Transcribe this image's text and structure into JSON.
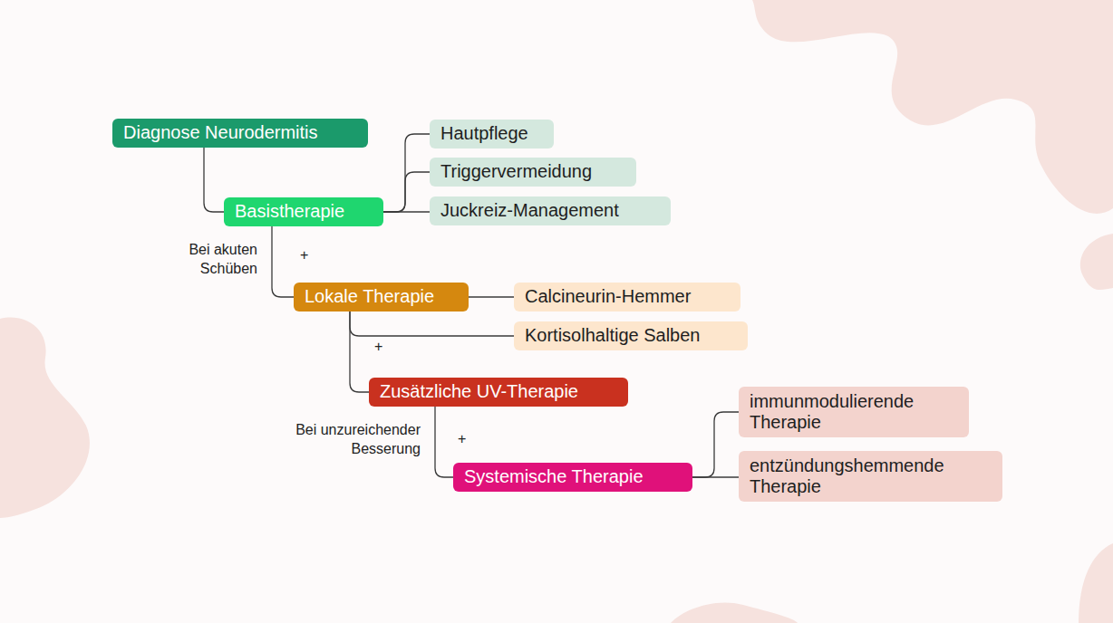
{
  "diagram": {
    "nodes": [
      {
        "text": [
          "Diagnose Neurodermitis"
        ]
      },
      {
        "text": [
          "Basistherapie"
        ]
      },
      {
        "text": [
          "Hautpflege"
        ]
      },
      {
        "text": [
          "Triggervermeidung"
        ]
      },
      {
        "text": [
          "Juckreiz-Management"
        ]
      },
      {
        "text": [
          "Lokale Therapie"
        ]
      },
      {
        "text": [
          "Calcineurin-Hemmer"
        ]
      },
      {
        "text": [
          "Kortisolhaltige Salben"
        ]
      },
      {
        "text": [
          "Zusätzliche UV-Therapie"
        ]
      },
      {
        "text": [
          "Systemische Therapie"
        ]
      },
      {
        "text": [
          "immunmodulierende Therapie"
        ]
      },
      {
        "text": [
          "entzündungshemmende Therapie"
        ]
      }
    ],
    "edges": [
      {
        "from": 0,
        "to": 1,
        "arrow": "none"
      },
      {
        "from": 1,
        "to": 2,
        "arrow": "none"
      },
      {
        "from": 1,
        "to": 3,
        "arrow": "none"
      },
      {
        "from": 1,
        "to": 4,
        "arrow": "none"
      },
      {
        "from": 1,
        "to": 5,
        "label": "Bei akuten Schüben",
        "arrow": "none"
      },
      {
        "from": 5,
        "to": 6,
        "arrow": "none"
      },
      {
        "from": 5,
        "to": 7,
        "arrow": "none"
      },
      {
        "from": 5,
        "to": 8,
        "arrow": "none"
      },
      {
        "from": 8,
        "to": 9,
        "label": "Bei unzureichender Besserung",
        "arrow": "none"
      },
      {
        "from": 9,
        "to": 10,
        "arrow": "none"
      },
      {
        "from": 9,
        "to": 11,
        "arrow": "none"
      }
    ],
    "labels": [
      "+",
      "+",
      "+"
    ]
  }
}
